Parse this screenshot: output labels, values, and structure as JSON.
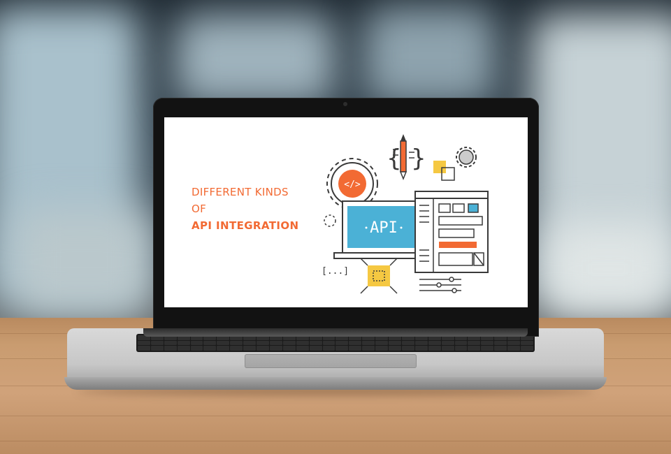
{
  "scene": {
    "description_tags": [
      "laptop",
      "wooden-desk",
      "blurred-office-background"
    ],
    "colors": {
      "accent_orange": "#f26a33",
      "api_blue": "#4bb1d6",
      "chip_yellow": "#f5c842",
      "line_dark": "#3a3a3a"
    }
  },
  "screen": {
    "headline": {
      "line1": "DIFFERENT KINDS",
      "line2": "OF",
      "line3": "API INTEGRATION"
    },
    "illustration": {
      "api_label": "API",
      "code_badge": "</>",
      "braces_left": "{",
      "braces_right": "}",
      "dots_label": "[...]",
      "icons": [
        "gear-icon",
        "code-icon",
        "pencil-icon",
        "laptop-icon",
        "browser-window-icon",
        "chip-icon",
        "sliders-icon"
      ]
    }
  }
}
